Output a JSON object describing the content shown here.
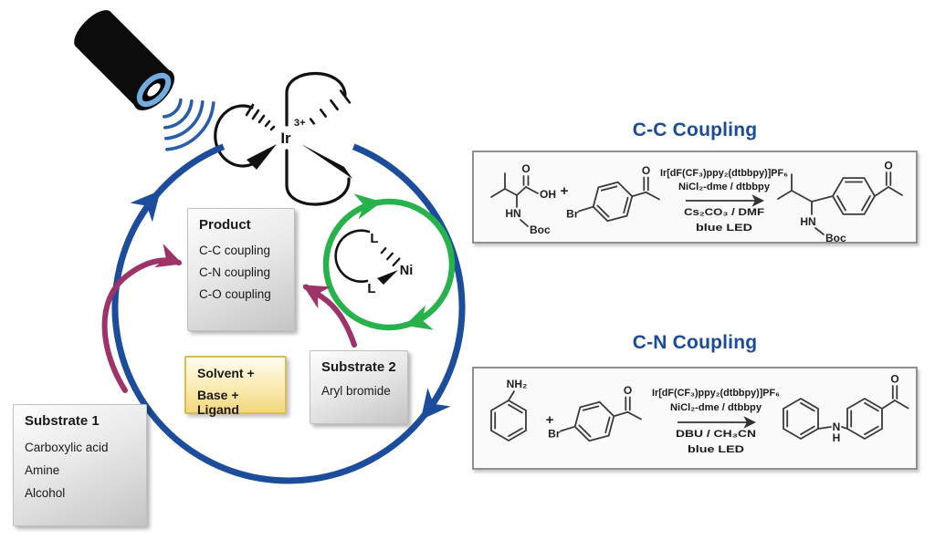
{
  "colors": {
    "cycle_blue": "#1C4C9C",
    "cycle_green": "#27B24B",
    "arrow_magenta": "#9D3366",
    "title_blue": "#1C4B9B",
    "torch_ring_blue": "#74ABDE"
  },
  "cycle": {
    "ir_complex": {
      "symbol": "Ir",
      "charge": "3+"
    },
    "ni_complex": {
      "symbol": "Ni",
      "ligand": "L"
    },
    "product_box": {
      "title": "Product",
      "items": [
        "C-C coupling",
        "C-N coupling",
        "C-O coupling"
      ]
    },
    "solvent_box": {
      "lines": [
        "Solvent +",
        "Base + Ligand"
      ]
    },
    "substrate2_box": {
      "title": "Substrate 2",
      "items": [
        "Aryl bromide"
      ]
    },
    "substrate1_box": {
      "title": "Substrate 1",
      "items": [
        "Carboxylic acid",
        "Amine",
        "Alcohol"
      ]
    }
  },
  "schemes": {
    "cc": {
      "title": "C-C Coupling",
      "plus": "+",
      "conditions_above": [
        "Ir[dF(CF₃)ppy₂(dtbbpy)]PF₆",
        "NiCl₂-dme / dtbbpy"
      ],
      "conditions_below": [
        "Cs₂CO₃ / DMF",
        "blue LED"
      ],
      "atoms": {
        "o_acid": "O",
        "oh": "OH",
        "hn": "HN",
        "boc": "Boc",
        "br": "Br",
        "o_ketone": "O",
        "o_product": "O",
        "hn_product": "HN",
        "boc_product": "Boc"
      }
    },
    "cn": {
      "title": "C-N Coupling",
      "plus": "+",
      "conditions_above": [
        "Ir[dF(CF₃)ppy₂(dtbbpy)]PF₆",
        "NiCl₂-dme / dtbbpy"
      ],
      "conditions_below": [
        "DBU / CH₃CN",
        "blue LED"
      ],
      "atoms": {
        "nh2": "NH₂",
        "br": "Br",
        "o_ketone": "O",
        "n": "N",
        "h": "H",
        "o_product": "O"
      }
    }
  }
}
